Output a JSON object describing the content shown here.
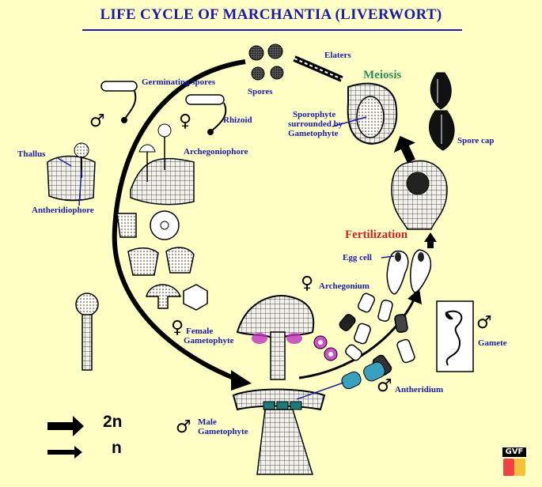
{
  "title": "LIFE CYCLE OF MARCHANTIA (LIVERWORT)",
  "labels": {
    "elaters": "Elaters",
    "meiosis": "Meiosis",
    "germinating_spores": "Germinating spores",
    "spores": "Spores",
    "sporophyte_line1": "Sporophyte",
    "sporophyte_line2": "surrounded by",
    "sporophyte_line3": "Gametophyte",
    "rhizoid": "Rhizoid",
    "spore_cap": "Spore cap",
    "archegoniophore": "Archegoniophore",
    "thallus": "Thallus",
    "antheridiophore": "Antheridiophore",
    "fertilization": "Fertilization",
    "egg_cell": "Egg cell",
    "archegonium": "Archegonium",
    "female_gametophyte_line1": "Female",
    "female_gametophyte_line2": "Gametophyte",
    "gamete": "Gamete",
    "antheridium": "Antheridium",
    "male_gametophyte_line1": "Male",
    "male_gametophyte_line2": "Gametophyte"
  },
  "symbols": {
    "male": "♂",
    "female": "♀"
  },
  "legend": {
    "diploid": "2n",
    "haploid": "n"
  },
  "logo": {
    "text": "GVF"
  },
  "colors": {
    "label": "#1a1aa8",
    "meiosis": "#2e8b57",
    "fertilization": "#d42020",
    "background": "#ffffc6",
    "archegonium_magenta": "#d050d0",
    "antheridium_teal": "#3aa0c0"
  }
}
